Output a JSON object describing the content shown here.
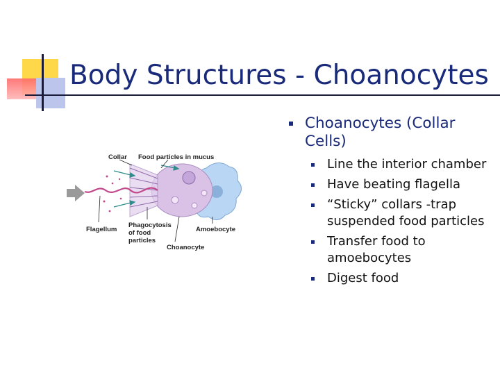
{
  "slide": {
    "title": "Body Structures - Choanocytes",
    "main_bullet": {
      "text": "Choanocytes (Collar Cells)"
    },
    "sub_bullets": [
      "Line the interior chamber",
      "Have beating flagella",
      "“Sticky” collars -trap suspended food particles",
      "Transfer food to amoebocytes",
      "Digest food"
    ]
  },
  "diagram": {
    "labels": {
      "collar": "Collar",
      "food_particles": "Food particles in mucus",
      "flagellum": "Flagellum",
      "phagocytosis_1": "Phagocytosis",
      "phagocytosis_2": "of food",
      "phagocytosis_3": "particles",
      "choanocyte": "Choanocyte",
      "amoebocyte": "Amoebocyte"
    },
    "colors": {
      "choanocyte": "#d9c2e6",
      "amoebocyte": "#b9d7f4",
      "flagellum": "#c2478a",
      "mucus": "#2e8b8b"
    },
    "icons": [
      "arrow-icon"
    ]
  }
}
